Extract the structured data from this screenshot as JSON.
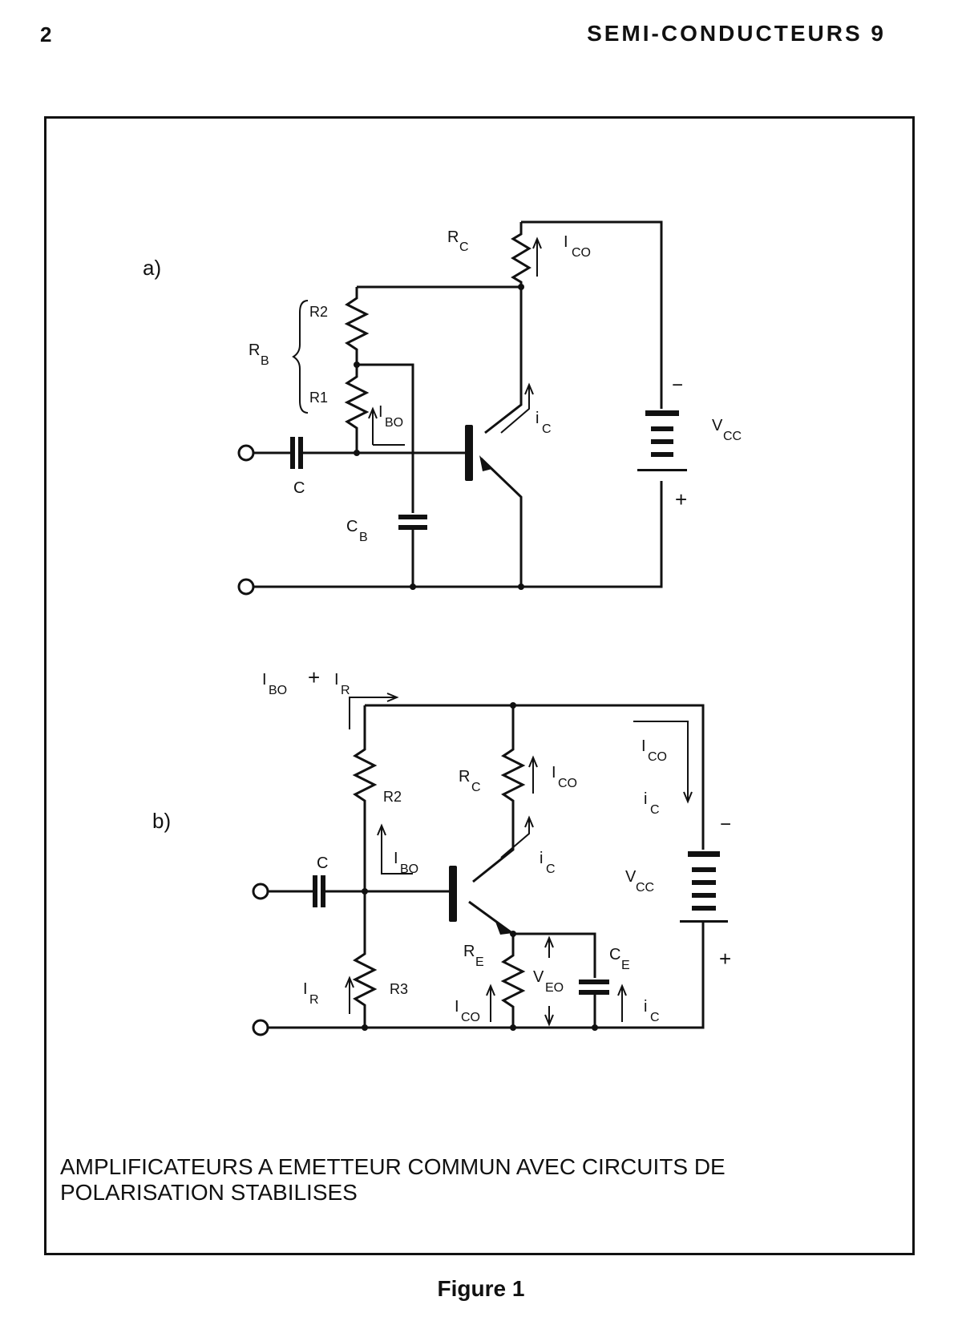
{
  "header": {
    "page_number": "2",
    "running_title": "SEMI-CONDUCTEURS 9"
  },
  "circuit_a": {
    "label": "a)",
    "rc": "R",
    "rc_sub": "C",
    "ico": "I",
    "ico_sub": "CO",
    "r2": "R2",
    "rb": "R",
    "rb_sub": "B",
    "r1": "R1",
    "ibo": "I",
    "ibo_sub": "BO",
    "ic": "i",
    "ic_sub": "C",
    "vcc": "V",
    "vcc_sub": "CC",
    "minus": "−",
    "plus": "+",
    "c": "C",
    "cb": "C",
    "cb_sub": "B"
  },
  "circuit_b": {
    "label": "b)",
    "ibo_ir_a": "I",
    "ibo_ir_a_sub": "BO",
    "ibo_ir_plus": "+",
    "ibo_ir_b": "I",
    "ibo_ir_b_sub": "R",
    "r2": "R2",
    "rc": "R",
    "rc_sub": "C",
    "ico": "I",
    "ico_sub": "CO",
    "ico_right": "I",
    "ico_right_sub": "CO",
    "ic_right": "i",
    "ic_right_sub": "C",
    "minus": "−",
    "c": "C",
    "ibo": "I",
    "ibo_sub": "BO",
    "ic": "i",
    "ic_sub": "C",
    "vcc": "V",
    "vcc_sub": "CC",
    "plus": "+",
    "re": "R",
    "re_sub": "E",
    "ce": "C",
    "ce_sub": "E",
    "veo": "V",
    "veo_sub": "EO",
    "ir": "I",
    "ir_sub": "R",
    "r3": "R3",
    "ico_low": "I",
    "ico_low_sub": "CO",
    "ic_low": "i",
    "ic_low_sub": "C"
  },
  "caption": "AMPLIFICATEURS A EMETTEUR COMMUN AVEC CIRCUITS DE POLARISATION STABILISES",
  "figure_label": "Figure 1"
}
